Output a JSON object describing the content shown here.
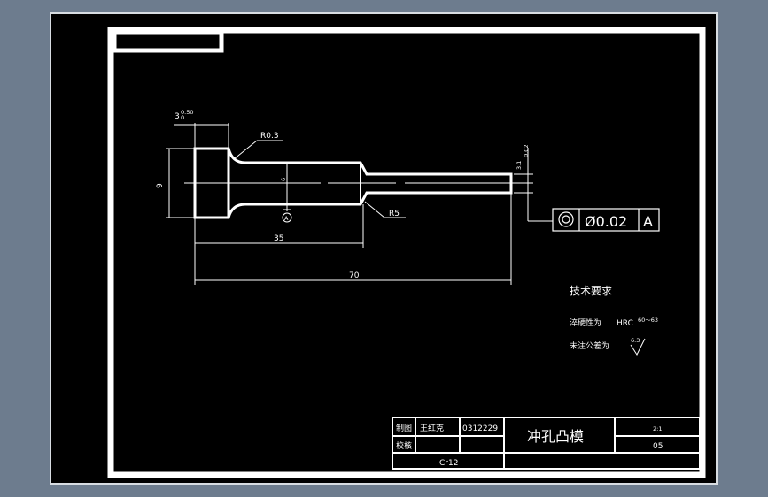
{
  "drawing": {
    "dimensions": {
      "width_top": "3",
      "width_top_tol": "0.50",
      "width_top_tol_low": "0",
      "radius_fillet_1": "R0.3",
      "radius_fillet_2": "R5",
      "head_height": "9",
      "shaft_dia": "6",
      "pin_dia": "3.1",
      "pin_dia_tol": "0.02",
      "length_shaft": "35",
      "length_total": "70",
      "datum": "A"
    },
    "tolerance_frame": {
      "symbol": "◎",
      "value": "Ø0.02",
      "datum": "A"
    },
    "tech_req": {
      "title": "技术要求",
      "line1_label": "淬硬性为",
      "line1_value": "HRC",
      "line1_range": "60～63",
      "line2_label": "未注公差为",
      "line2_value": "6.3"
    },
    "title_block": {
      "drawn_label": "制图",
      "drawn_name": "王红克",
      "drawing_number": "0312229",
      "check_label": "校核",
      "part_name": "冲孔凸模",
      "scale": "2:1",
      "sheet": "05",
      "material": "Cr12"
    }
  }
}
